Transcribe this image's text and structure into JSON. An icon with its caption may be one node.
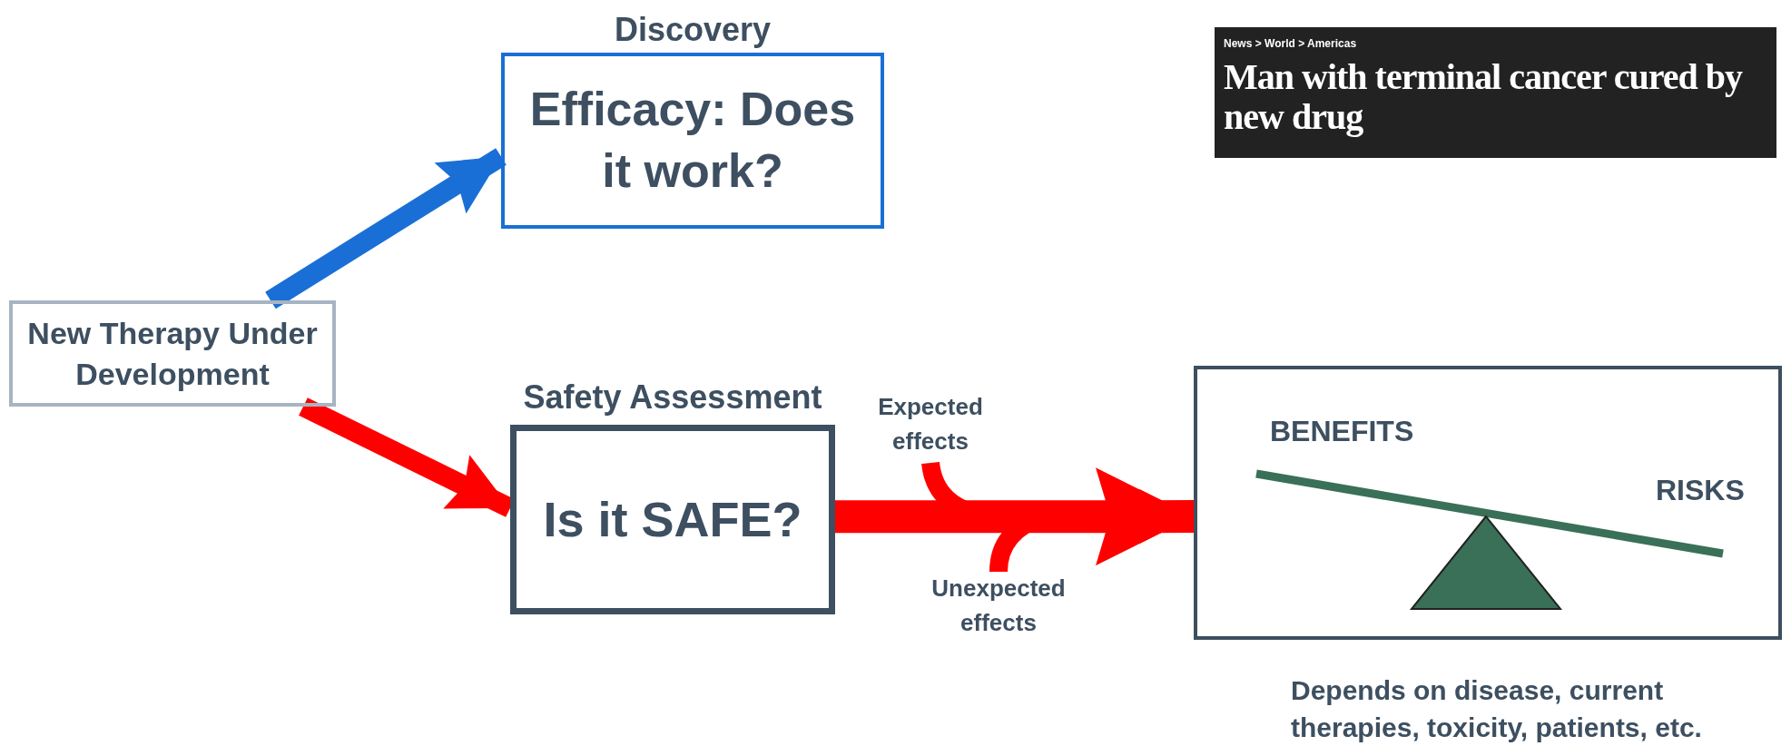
{
  "diagram": {
    "nodes": [
      {
        "text": [
          "New Therapy Under Development"
        ]
      },
      {
        "text": [
          "Discovery",
          "Efficacy: Does it work?"
        ]
      },
      {
        "text": [
          "Safety Assessment",
          "Is it SAFE?"
        ]
      },
      {
        "text": [
          "BENEFITS",
          "RISKS"
        ],
        "beside": [
          "Depends on disease, current therapies, toxicity, patients, etc."
        ]
      },
      {
        "text": [
          "News > World > Americas",
          "Man with terminal cancer cured by new drug"
        ]
      },
      {
        "text": [
          "Expected effects"
        ]
      },
      {
        "text": [
          "Unexpected effects"
        ]
      }
    ],
    "edges": [
      {
        "from": 0,
        "to": 1,
        "arrow": "to",
        "color": "#1a6fd6"
      },
      {
        "from": 0,
        "to": 2,
        "arrow": "to"
      },
      {
        "from": 2,
        "to": 3,
        "arrow": "to"
      },
      {
        "from": 5,
        "to": 3,
        "arrow": "to"
      },
      {
        "from": 6,
        "to": 3,
        "arrow": "to"
      }
    ]
  }
}
